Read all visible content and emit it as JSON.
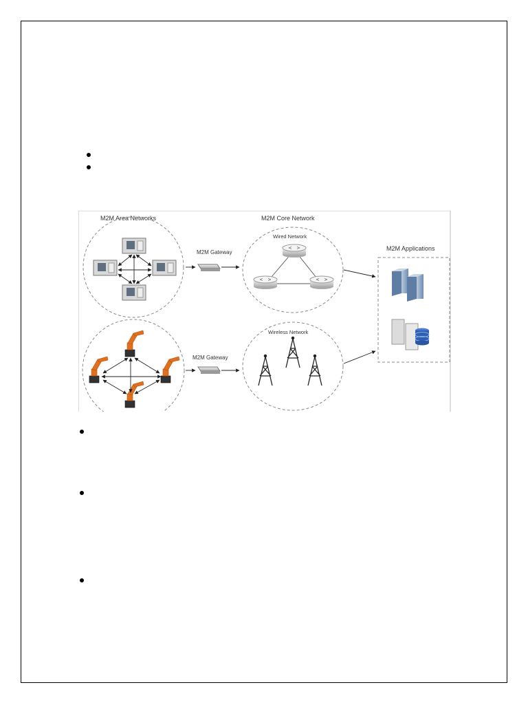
{
  "page": {
    "bullets_top_count": 2,
    "bullets_bottom_count": 3
  },
  "diagram": {
    "area_networks_title": "M2M Area Networks",
    "core_network_title": "M2M Core Network",
    "applications_title": "M2M Applications",
    "gateway_top_label": "M2M Gateway",
    "gateway_bottom_label": "M2M Gateway",
    "wired_network_label": "Wired Network",
    "wireless_network_label": "Wireless Network"
  },
  "colors": {
    "robot_orange": "#e0701e",
    "server_blue": "#7d9cc0",
    "database_blue": "#2f5fb3"
  }
}
